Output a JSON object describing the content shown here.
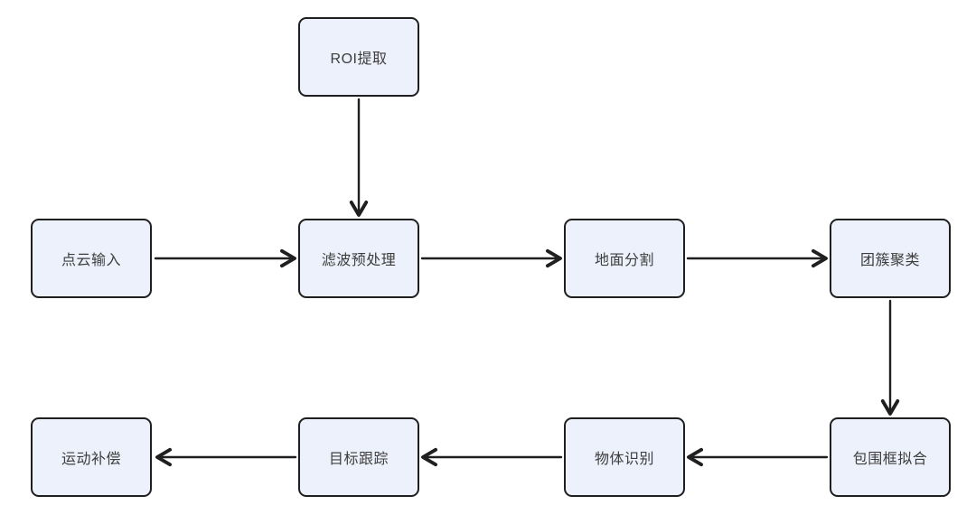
{
  "diagram": {
    "type": "flowchart",
    "nodes": {
      "roi": {
        "label": "ROI提取"
      },
      "point_cloud_input": {
        "label": "点云输入"
      },
      "filter_preprocess": {
        "label": "滤波预处理"
      },
      "ground_segmentation": {
        "label": "地面分割"
      },
      "clustering": {
        "label": "团簇聚类"
      },
      "motion_compensation": {
        "label": "运动补偿"
      },
      "target_tracking": {
        "label": "目标跟踪"
      },
      "object_recognition": {
        "label": "物体识别"
      },
      "bounding_box_fitting": {
        "label": "包围框拟合"
      }
    },
    "edges": [
      {
        "from": "ROI提取",
        "to": "滤波预处理",
        "direction": "down"
      },
      {
        "from": "点云输入",
        "to": "滤波预处理",
        "direction": "right"
      },
      {
        "from": "滤波预处理",
        "to": "地面分割",
        "direction": "right"
      },
      {
        "from": "地面分割",
        "to": "团簇聚类",
        "direction": "right"
      },
      {
        "from": "团簇聚类",
        "to": "包围框拟合",
        "direction": "down"
      },
      {
        "from": "包围框拟合",
        "to": "物体识别",
        "direction": "left"
      },
      {
        "from": "物体识别",
        "to": "目标跟踪",
        "direction": "left"
      },
      {
        "from": "目标跟踪",
        "to": "运动补偿",
        "direction": "left"
      }
    ],
    "colors": {
      "background": "#ffffff",
      "node_fill": "#edf1fb",
      "node_border": "#1f1f1f",
      "node_text": "#3d3d3d",
      "arrow": "#1f1f1f"
    }
  }
}
